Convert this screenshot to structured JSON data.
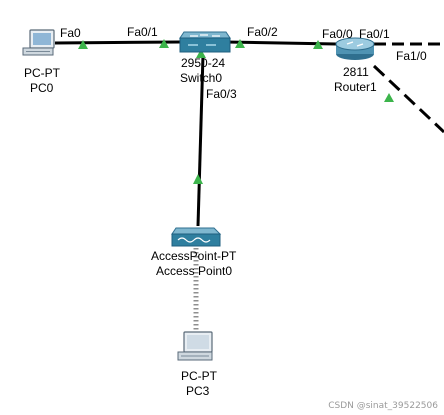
{
  "devices": {
    "pc0": {
      "type": "PC-PT",
      "name": "PC0"
    },
    "switch0": {
      "type": "2950-24",
      "name": "Switch0"
    },
    "router1": {
      "type": "2811",
      "name": "Router1"
    },
    "ap0": {
      "type": "AccessPoint-PT",
      "name": "Access Point0"
    },
    "pc3": {
      "type": "PC-PT",
      "name": "PC3"
    }
  },
  "ports": {
    "pc0_fa0": "Fa0",
    "sw_fa01": "Fa0/1",
    "sw_fa02": "Fa0/2",
    "sw_fa03": "Fa0/3",
    "r_fa00": "Fa0/0",
    "r_fa01": "Fa0/1",
    "r_fa10": "Fa1/0"
  },
  "colors": {
    "link": "#000000",
    "status_up": "#3cb44b",
    "device_blue": "#2f7f9f"
  },
  "watermark": "CSDN @sinat_39522506"
}
